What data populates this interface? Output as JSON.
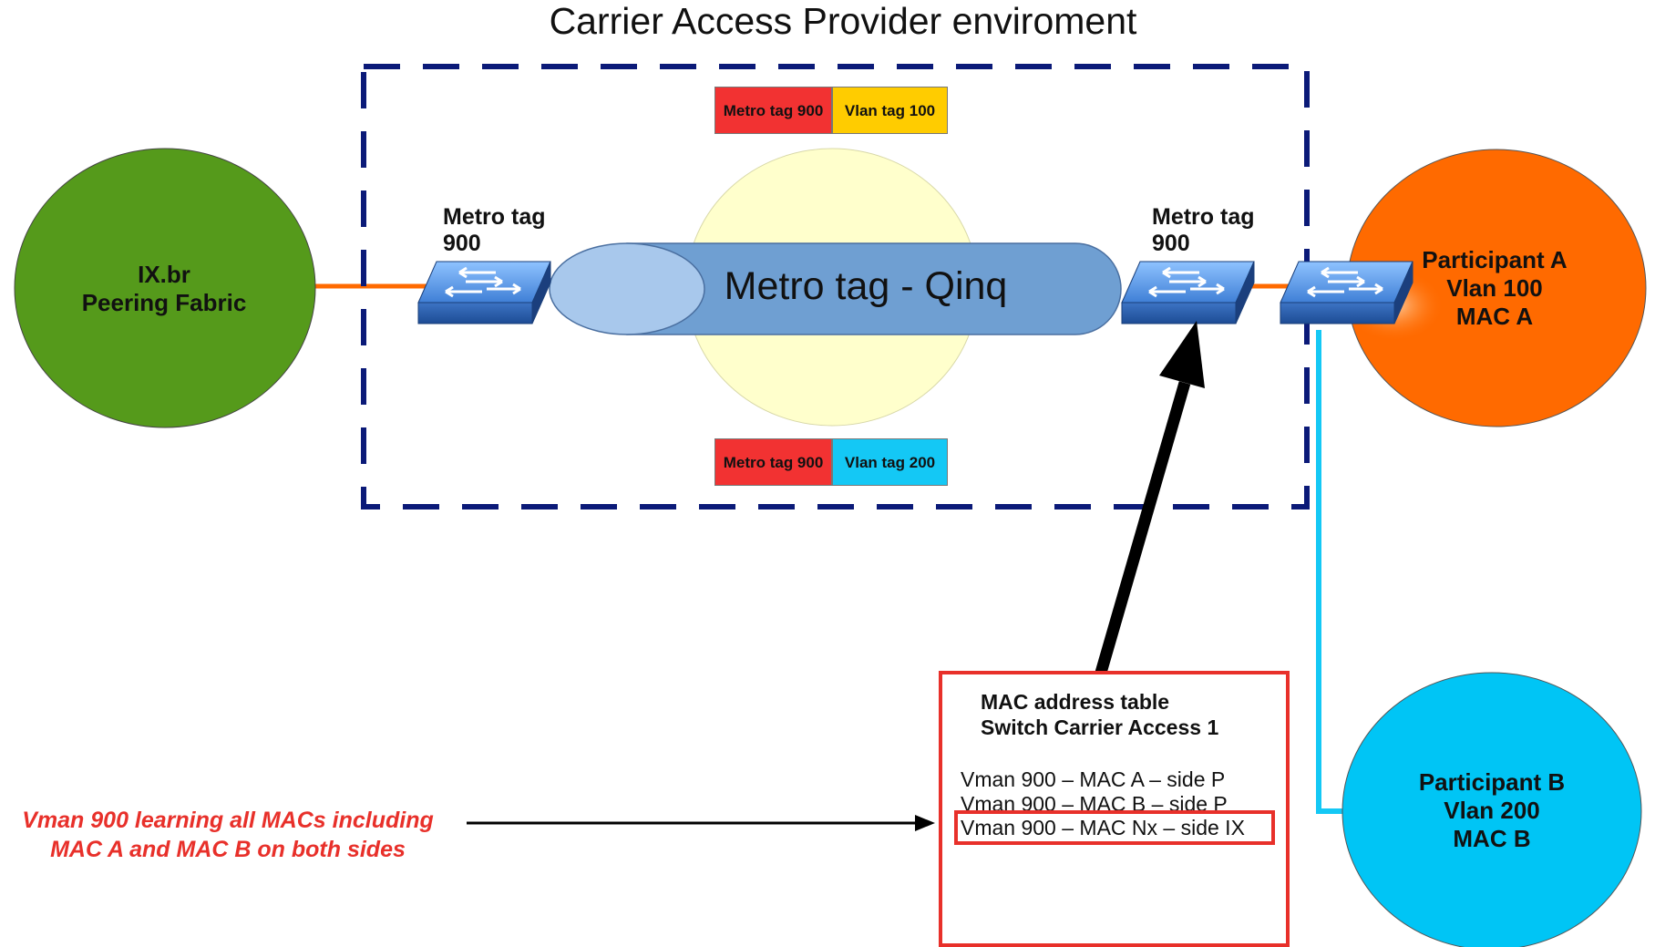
{
  "title": "Carrier Access Provider enviroment",
  "nodes": {
    "ix": {
      "line1": "IX.br",
      "line2": "Peering Fabric",
      "color": "#559a1b"
    },
    "participant_a": {
      "line1": "Participant A",
      "line2": "Vlan 100",
      "line3": "MAC A",
      "color": "#ff6a00"
    },
    "participant_b": {
      "line1": "Participant B",
      "line2": "Vlan 200",
      "line3": "MAC B",
      "color": "#00c5f5"
    }
  },
  "switch_labels": {
    "left": {
      "line1": "Metro tag",
      "line2": "900"
    },
    "right": {
      "line1": "Metro tag",
      "line2": "900"
    }
  },
  "tunnel": {
    "label": "Metro tag - Qinq",
    "color": "#6f9fd2"
  },
  "tags_top": {
    "metro": "Metro tag 900",
    "vlan": "Vlan tag 100",
    "metro_color": "#f23232",
    "vlan_color": "#ffcc00"
  },
  "tags_bottom": {
    "metro": "Metro tag 900",
    "vlan": "Vlan tag 200",
    "metro_color": "#f23232",
    "vlan_color": "#14c8f5"
  },
  "mac_table": {
    "title_line1": "MAC address table",
    "title_line2": "Switch Carrier Access 1",
    "entries": [
      "Vman 900 – MAC A – side P",
      "Vman 900 – MAC B – side P",
      "Vman 900 – MAC Nx – side IX"
    ]
  },
  "note": {
    "line1": "Vman 900 learning all MACs including",
    "line2": "MAC A and MAC B on both sides"
  },
  "colors": {
    "boundary": "#0b1a78",
    "orange_link": "#ff6a00",
    "cyan_link": "#14c8f5",
    "accent_red": "#e8302a"
  },
  "icons": [
    "network-switch-icon",
    "network-switch-icon",
    "network-switch-icon"
  ]
}
